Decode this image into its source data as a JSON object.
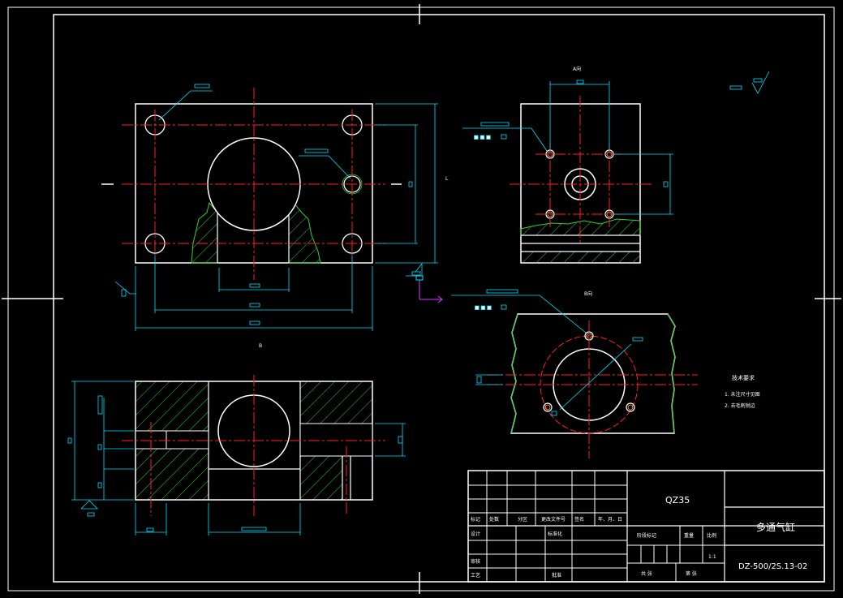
{
  "views": {
    "a_label": "A向",
    "b_section_label": "B",
    "b_view_label": "B向"
  },
  "tech_requirements": {
    "title": "技术要求",
    "item_1": "1. 未注尺寸见图",
    "item_2": "2. 去毛刺锐边"
  },
  "title_block": {
    "material": "QZ35",
    "part_name": "多通气缸",
    "drawing_number": "DZ-500/2S.13-02",
    "scale": "1:1",
    "headers": [
      "标记",
      "处数",
      "分区",
      "更改文件号",
      "签名",
      "年、月、日"
    ],
    "row_design": "设计",
    "row_standard": "标准化",
    "row_review": "审核",
    "row_process": "工艺",
    "row_approve": "批准",
    "stage_mark": "阶段标记",
    "weight": "重量",
    "ratio": "比例",
    "sheets_total": "共   张",
    "sheet_no": "第   张"
  },
  "colors": {
    "outline": "#ffffff",
    "center_line": "#ff2020",
    "dimension": "#00e0ff",
    "hatch": "#30d030",
    "ucs": "#d040ff"
  }
}
